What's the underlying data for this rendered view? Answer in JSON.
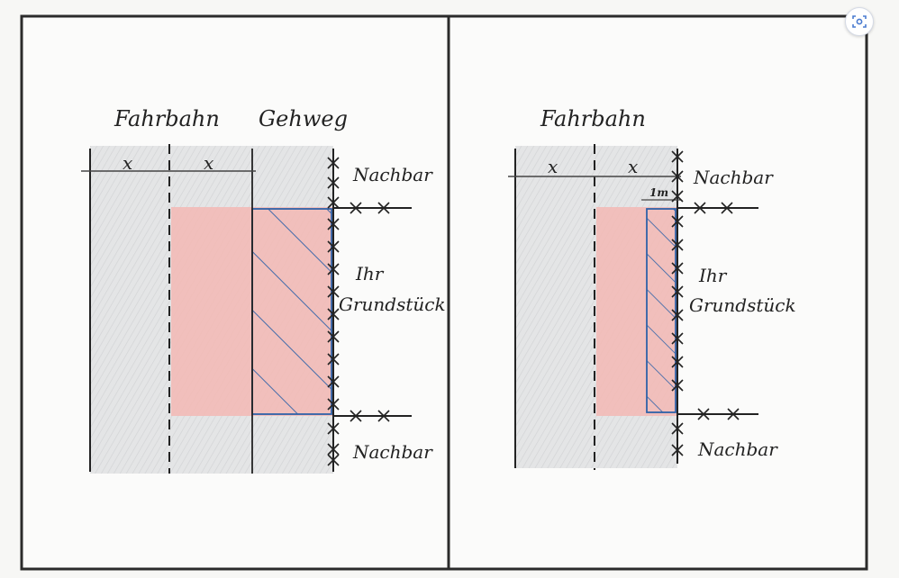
{
  "left_panel": {
    "street_label": "Fahrbahn",
    "sidewalk_label": "Gehweg",
    "neighbor_top": "Nachbar",
    "neighbor_bottom": "Nachbar",
    "property_line1": "Ihr",
    "property_line2": "Grundstück",
    "dim_mark_1": "x",
    "dim_mark_2": "x"
  },
  "right_panel": {
    "street_label": "Fahrbahn",
    "neighbor_top": "Nachbar",
    "neighbor_bottom": "Nachbar",
    "property_line1": "Ihr",
    "property_line2": "Grundstück",
    "dim_mark_1": "x",
    "dim_mark_2": "x",
    "strip_width": "1m"
  },
  "colors": {
    "frame": "#2b2b2b",
    "grey_fill": "#d9dbdc",
    "red_fill": "#f3b9b4",
    "hatch_blue": "#2f62a8",
    "ink": "#222222"
  },
  "icons": {
    "corner_button": "lens-scan-icon"
  }
}
